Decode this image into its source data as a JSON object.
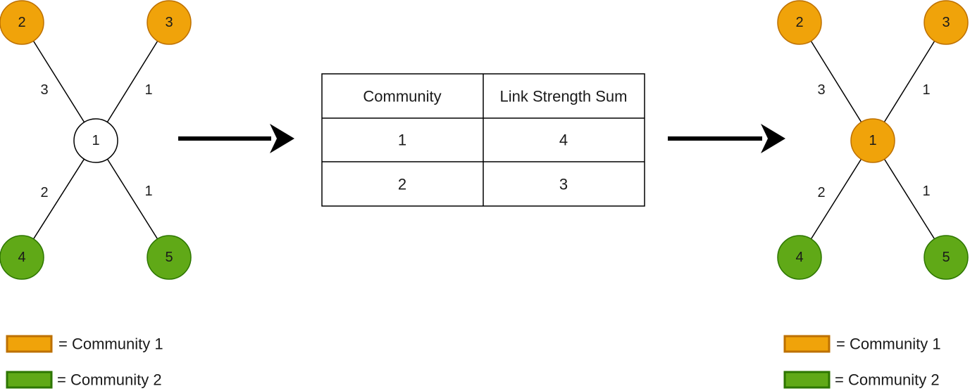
{
  "colors": {
    "community1_fill": "#f0a30a",
    "community1_stroke": "#bd7000",
    "community2_fill": "#60a917",
    "community2_stroke": "#2d7600",
    "unassigned_fill": "#ffffff",
    "line": "#000000"
  },
  "left_graph": {
    "nodes": [
      {
        "id": "1",
        "community": "none"
      },
      {
        "id": "2",
        "community": "1"
      },
      {
        "id": "3",
        "community": "1"
      },
      {
        "id": "4",
        "community": "2"
      },
      {
        "id": "5",
        "community": "2"
      }
    ],
    "edges": [
      {
        "from": "1",
        "to": "2",
        "weight": "3"
      },
      {
        "from": "1",
        "to": "3",
        "weight": "1"
      },
      {
        "from": "1",
        "to": "4",
        "weight": "2"
      },
      {
        "from": "1",
        "to": "5",
        "weight": "1"
      }
    ]
  },
  "right_graph": {
    "nodes": [
      {
        "id": "1",
        "community": "1"
      },
      {
        "id": "2",
        "community": "1"
      },
      {
        "id": "3",
        "community": "1"
      },
      {
        "id": "4",
        "community": "2"
      },
      {
        "id": "5",
        "community": "2"
      }
    ],
    "edges": [
      {
        "from": "1",
        "to": "2",
        "weight": "3"
      },
      {
        "from": "1",
        "to": "3",
        "weight": "1"
      },
      {
        "from": "1",
        "to": "4",
        "weight": "2"
      },
      {
        "from": "1",
        "to": "5",
        "weight": "1"
      }
    ]
  },
  "table": {
    "headers": [
      "Community",
      "Link Strength Sum"
    ],
    "rows": [
      [
        "1",
        "4"
      ],
      [
        "2",
        "3"
      ]
    ]
  },
  "legend": {
    "community1_label": "= Community 1",
    "community2_label": "= Community 2"
  }
}
